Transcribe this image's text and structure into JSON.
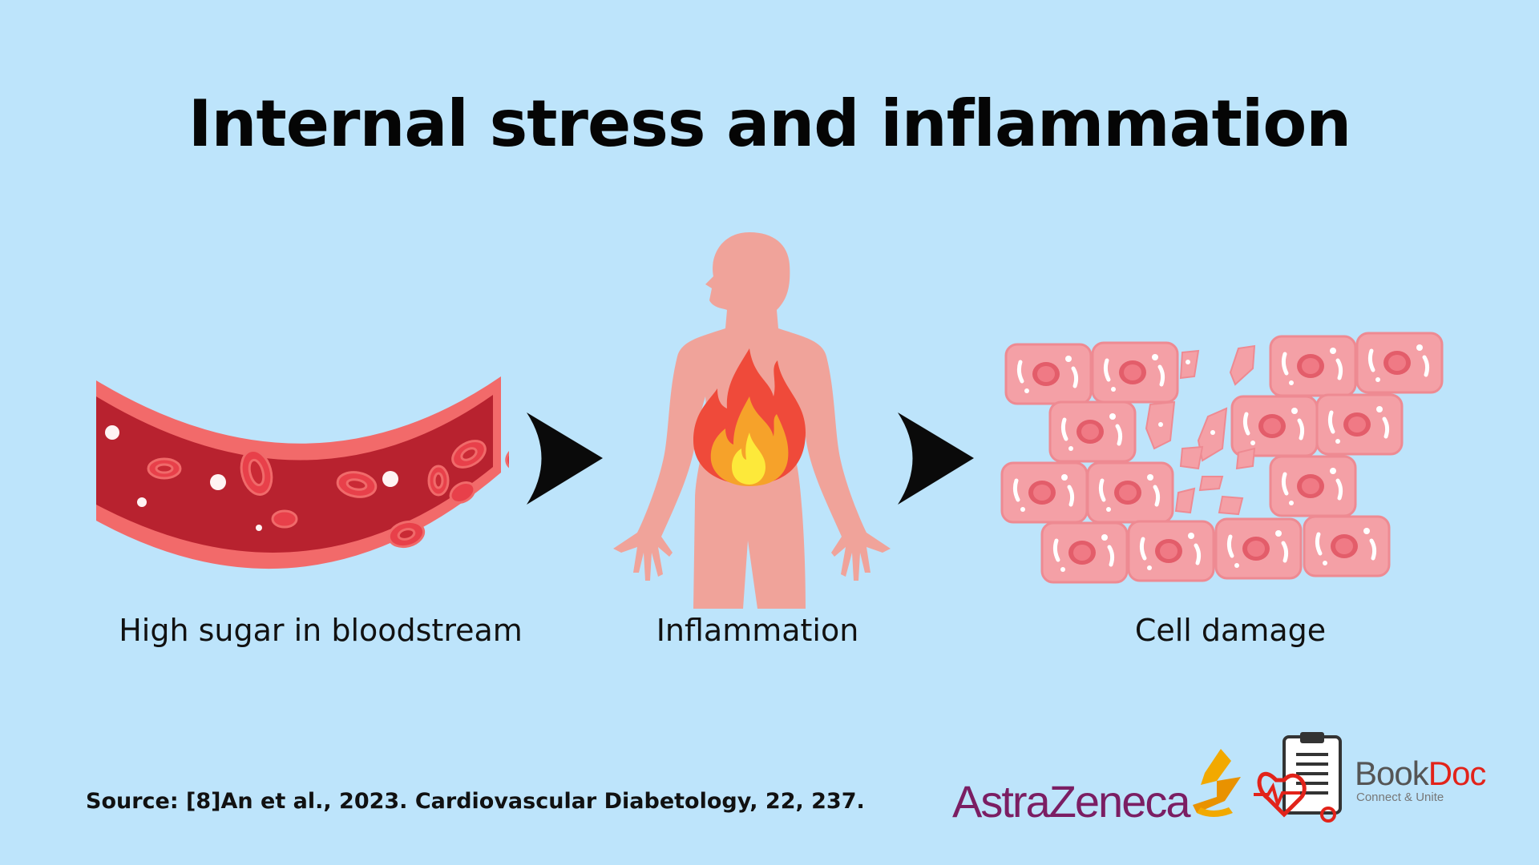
{
  "title": "Internal stress and inflammation",
  "steps": [
    {
      "label": "High sugar in bloodstream",
      "icon": "blood-vessel-icon"
    },
    {
      "label": "Inflammation",
      "icon": "inflamed-body-icon"
    },
    {
      "label": "Cell damage",
      "icon": "damaged-cells-icon"
    }
  ],
  "source": "Source: [8]An et al., 2023. Cardiovascular Diabetology, 22, 237.",
  "logos": {
    "astrazeneca": "AstraZeneca",
    "bookdoc_part1": "Book",
    "bookdoc_part2": "Doc",
    "bookdoc_tagline": "Connect & Unite"
  },
  "colors": {
    "background": "#bde4fb",
    "vessel": "#b8222f",
    "vessel_wall": "#f26a6a",
    "body": "#f0a39a",
    "flame_outer": "#ef4a3a",
    "flame_mid": "#f6a22a",
    "flame_inner": "#fde93a",
    "cell": "#f4a0a6",
    "astrazeneca": "#7b1e63",
    "bookdoc_red": "#e2231a"
  }
}
